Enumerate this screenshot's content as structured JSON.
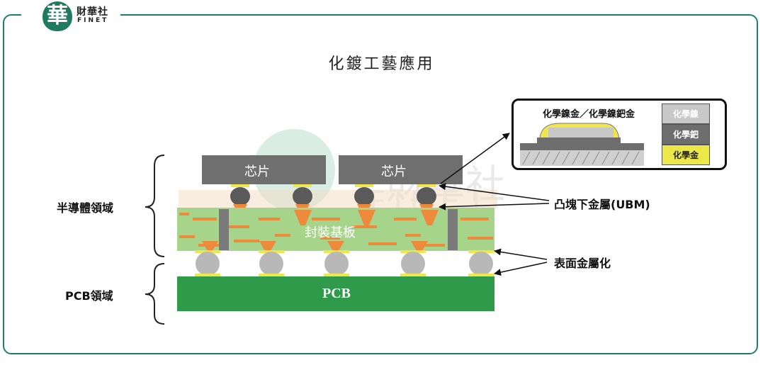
{
  "logo": {
    "badge": "華",
    "name_cn": "財華社",
    "name_en": "FINET"
  },
  "title": "化鍍工藝應用",
  "labels": {
    "chip_left": "芯片",
    "chip_right": "芯片",
    "substrate": "封裝基板",
    "pcb": "PCB",
    "semiconductor_domain": "半導體領域",
    "pcb_domain": "PCB領域",
    "ubm": "凸塊下金屬(UBM)",
    "surface_metallization": "表面金屬化"
  },
  "inset": {
    "title": "化學鎳金／化學鎳鈀金",
    "legend": [
      {
        "label": "化學鎳",
        "color": "#c8c8c8",
        "text_color": "#ffffff"
      },
      {
        "label": "化學鈀",
        "color": "#6e6e6e",
        "text_color": "#ffffff"
      },
      {
        "label": "化學金",
        "color": "#ede84a",
        "text_color": "#222222"
      }
    ]
  },
  "colors": {
    "frame": "#1e7e6b",
    "chip": "#6f6f6f",
    "substrate": "#a6d48a",
    "pcb": "#2e9a4a",
    "copper": "#ee8a3c",
    "gold": "#f0e54a",
    "solder_ball": "#b8b8b8",
    "bump": "#5a5a5a"
  }
}
